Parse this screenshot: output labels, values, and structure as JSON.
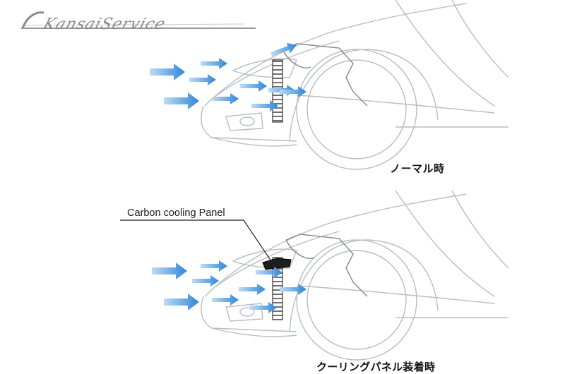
{
  "logo": {
    "text": "KansaiService",
    "icon": "brand-logo"
  },
  "diagram_top": {
    "caption": "ノーマル時"
  },
  "diagram_bottom": {
    "caption": "クーリングパネル装着時",
    "callout_label": "Carbon cooling Panel"
  },
  "colors": {
    "airflow_arrow": "#3a8fd8",
    "car_outline": "#b9bcc4",
    "panel": "#1e1e1e"
  }
}
